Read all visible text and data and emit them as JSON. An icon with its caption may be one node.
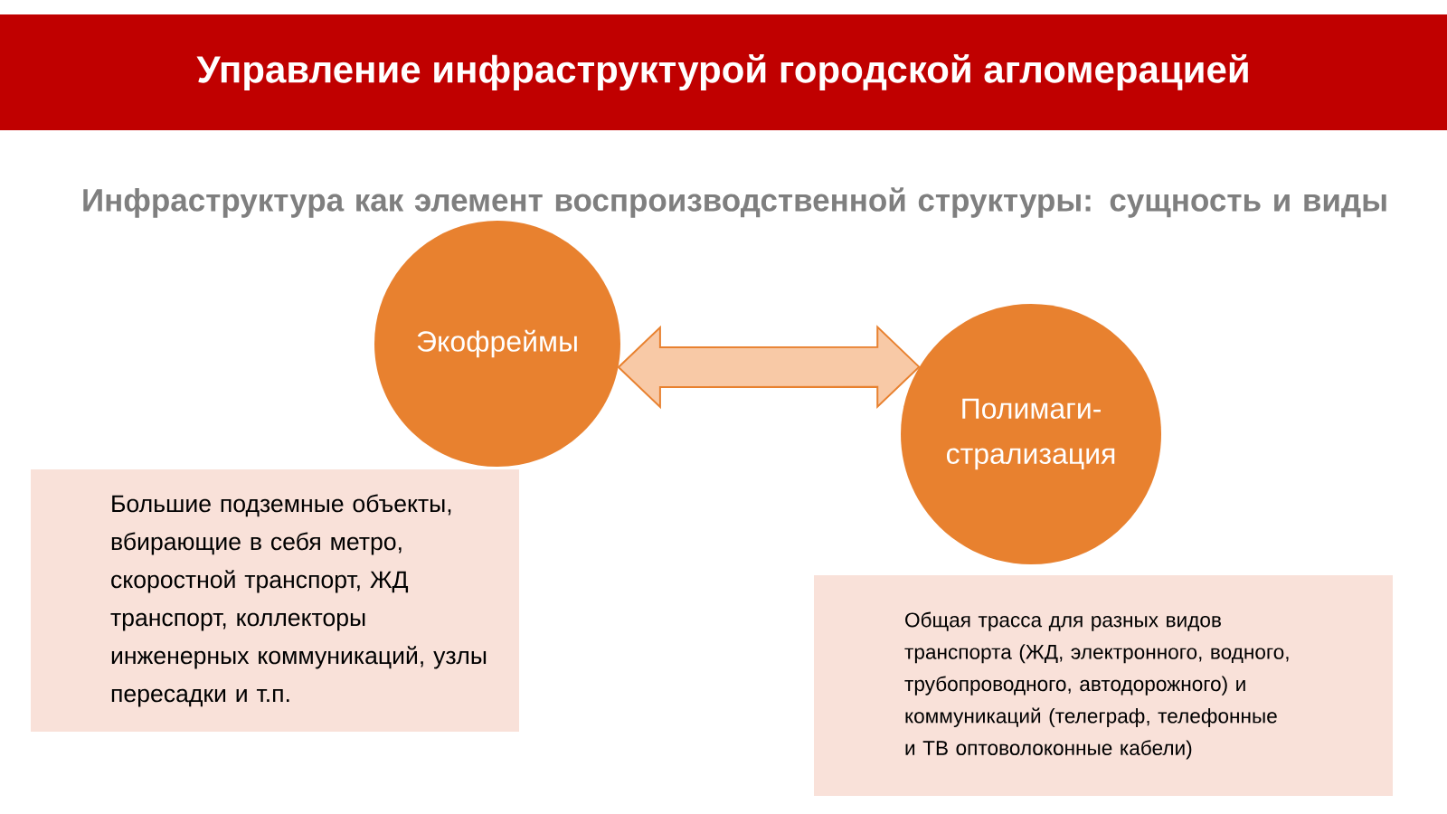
{
  "diagram": {
    "title": "Управление инфраструктурой городской агломерацией",
    "nodes": [
      {
        "text": [
          "Экофреймы"
        ]
      },
      {
        "text": [
          "Полимаги-стрализация"
        ]
      },
      {
        "text": [
          "Большие подземные объекты, вбирающие в себя метро, скоростной транспорт, ЖД транспорт, коллекторы инженерных коммуникаций, узлы пересадки и т.п."
        ]
      },
      {
        "text": [
          "Общая трасса для разных видов транспорта (ЖД, электронного, водного, трубопроводного, автодорожного) и коммуникаций (телеграф, телефонные и ТВ оптоволоконные кабели)"
        ]
      }
    ],
    "edges": [
      {
        "from": 0,
        "to": 1,
        "arrow": "both"
      }
    ],
    "labels": [
      "Инфраструктура как элемент воспроизводственной структуры: сущность и виды"
    ]
  }
}
